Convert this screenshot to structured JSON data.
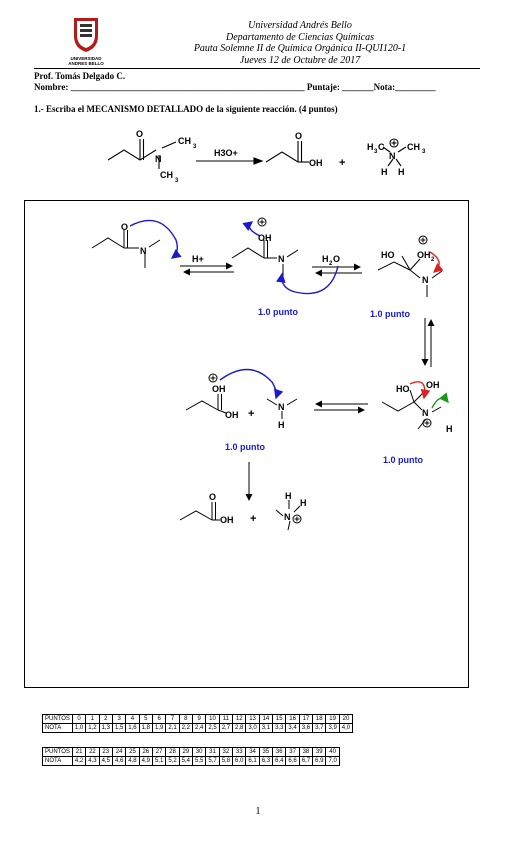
{
  "header": {
    "university": "Universidad Andrés Bello",
    "department": "Departamento de Ciencias Químicas",
    "exam": "Pauta Solemne II de Química Orgánica II-QUI120-1",
    "date": "Jueves 12 de Octubre de 2017",
    "logo_text_1": "UNIVERSIDAD",
    "logo_text_2": "ANDRES BELLO"
  },
  "meta": {
    "professor": "Prof. Tomás Delgado C.",
    "nombre_label": "Nombre: ",
    "nombre_blank": "____________________________________________________",
    "puntaje_label": " Puntaje: ",
    "puntaje_blank": "_______",
    "nota_label": "Nota:",
    "nota_blank": "_________"
  },
  "question": {
    "text": "1.- Escriba el MECANISMO DETALLADO de la siguiente reacción. (4 puntos)",
    "reagent": "H3O+",
    "plus": "+"
  },
  "mechanism": {
    "step1_reagent": "H+",
    "step2_reagent": "H2O",
    "score_labels": [
      "1.0 punto",
      "1.0 punto",
      "1.0 punto",
      "1.0 punto"
    ]
  },
  "grade_table_1": {
    "puntos_label": "PUNTOS",
    "nota_label": "NOTA",
    "puntos": [
      "0",
      "1",
      "2",
      "3",
      "4",
      "5",
      "6",
      "7",
      "8",
      "9",
      "10",
      "11",
      "12",
      "13",
      "14",
      "15",
      "16",
      "17",
      "18",
      "19",
      "20"
    ],
    "notas": [
      "1,0",
      "1,2",
      "1,3",
      "1,5",
      "1,6",
      "1,8",
      "1,9",
      "2,1",
      "2,2",
      "2,4",
      "2,5",
      "2,7",
      "2,8",
      "3,0",
      "3,1",
      "3,3",
      "3,4",
      "3,6",
      "3,7",
      "3,9",
      "4,0"
    ]
  },
  "grade_table_2": {
    "puntos_label": "PUNTOS",
    "nota_label": "NOTA",
    "puntos": [
      "21",
      "22",
      "23",
      "24",
      "25",
      "26",
      "27",
      "28",
      "29",
      "30",
      "31",
      "32",
      "33",
      "34",
      "35",
      "36",
      "37",
      "38",
      "39",
      "40"
    ],
    "notas": [
      "4,2",
      "4,3",
      "4,5",
      "4,6",
      "4,8",
      "4,9",
      "5,1",
      "5,2",
      "5,4",
      "5,5",
      "5,7",
      "5,8",
      "6,0",
      "6,1",
      "6,3",
      "6,4",
      "6,6",
      "6,7",
      "6,9",
      "7,0"
    ]
  },
  "footer": {
    "page_number": "1"
  },
  "colors": {
    "arrow_blue": "#1a1acc",
    "arrow_red": "#e02020",
    "arrow_green": "#1a9a1a",
    "logo_red": "#b31b1b"
  }
}
